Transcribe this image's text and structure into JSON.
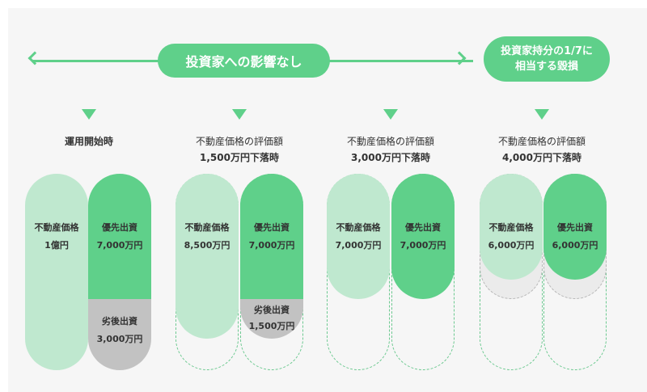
{
  "header": {
    "no_impact_label": "投資家への影響なし",
    "loss_label_line1": "投資家持分の1/7に",
    "loss_label_line2": "相当する毀損"
  },
  "scenarios": [
    {
      "title": "運用開始時",
      "subtitle": ""
    },
    {
      "title": "不動産価格の評価額",
      "subtitle": "1,500万円下落時"
    },
    {
      "title": "不動産価格の評価額",
      "subtitle": "3,000万円下落時"
    },
    {
      "title": "不動産価格の評価額",
      "subtitle": "4,000万円下落時"
    }
  ],
  "columns": [
    {
      "property": {
        "label": "不動産価格",
        "value": "1億円"
      },
      "senior": {
        "label": "優先出資",
        "value": "7,000万円"
      },
      "junior": {
        "label": "劣後出資",
        "value": "3,000万円"
      }
    },
    {
      "property": {
        "label": "不動産価格",
        "value": "8,500万円"
      },
      "senior": {
        "label": "優先出資",
        "value": "7,000万円"
      },
      "junior": {
        "label": "劣後出資",
        "value": "1,500万円"
      }
    },
    {
      "property": {
        "label": "不動産価格",
        "value": "7,000万円"
      },
      "senior": {
        "label": "優先出資",
        "value": "7,000万円"
      }
    },
    {
      "property": {
        "label": "不動産価格",
        "value": "6,000万円"
      },
      "senior": {
        "label": "優先出資",
        "value": "6,000万円"
      }
    }
  ],
  "colors": {
    "accent": "#5fd08a",
    "light_green": "#bfe8cf",
    "senior_green": "#5fd08a",
    "junior_grey": "#c2c2c2",
    "loss_grey": "#ebebeb"
  }
}
